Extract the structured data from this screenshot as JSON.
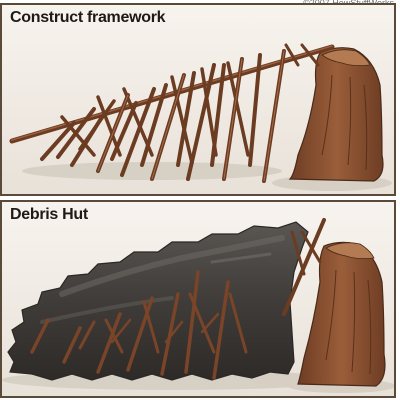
{
  "copyright": "©2007 HowStuffWorks",
  "panels": [
    {
      "title": "Construct framework"
    },
    {
      "title": "Debris Hut"
    }
  ],
  "colors": {
    "background": "#f1ece5",
    "ground_shadow": "#d6cec4",
    "stick": "#6b3c22",
    "stick_highlight": "#9c6040",
    "stump": "#8a5233",
    "stump_dark": "#5e3420",
    "debris": "#3f3c39",
    "debris_light": "#6a6661",
    "frame": "#5a4a3a"
  },
  "icons": {
    "stump": "tree-stump-icon",
    "framework": "stick-framework-icon",
    "debris_pile": "debris-pile-icon"
  }
}
